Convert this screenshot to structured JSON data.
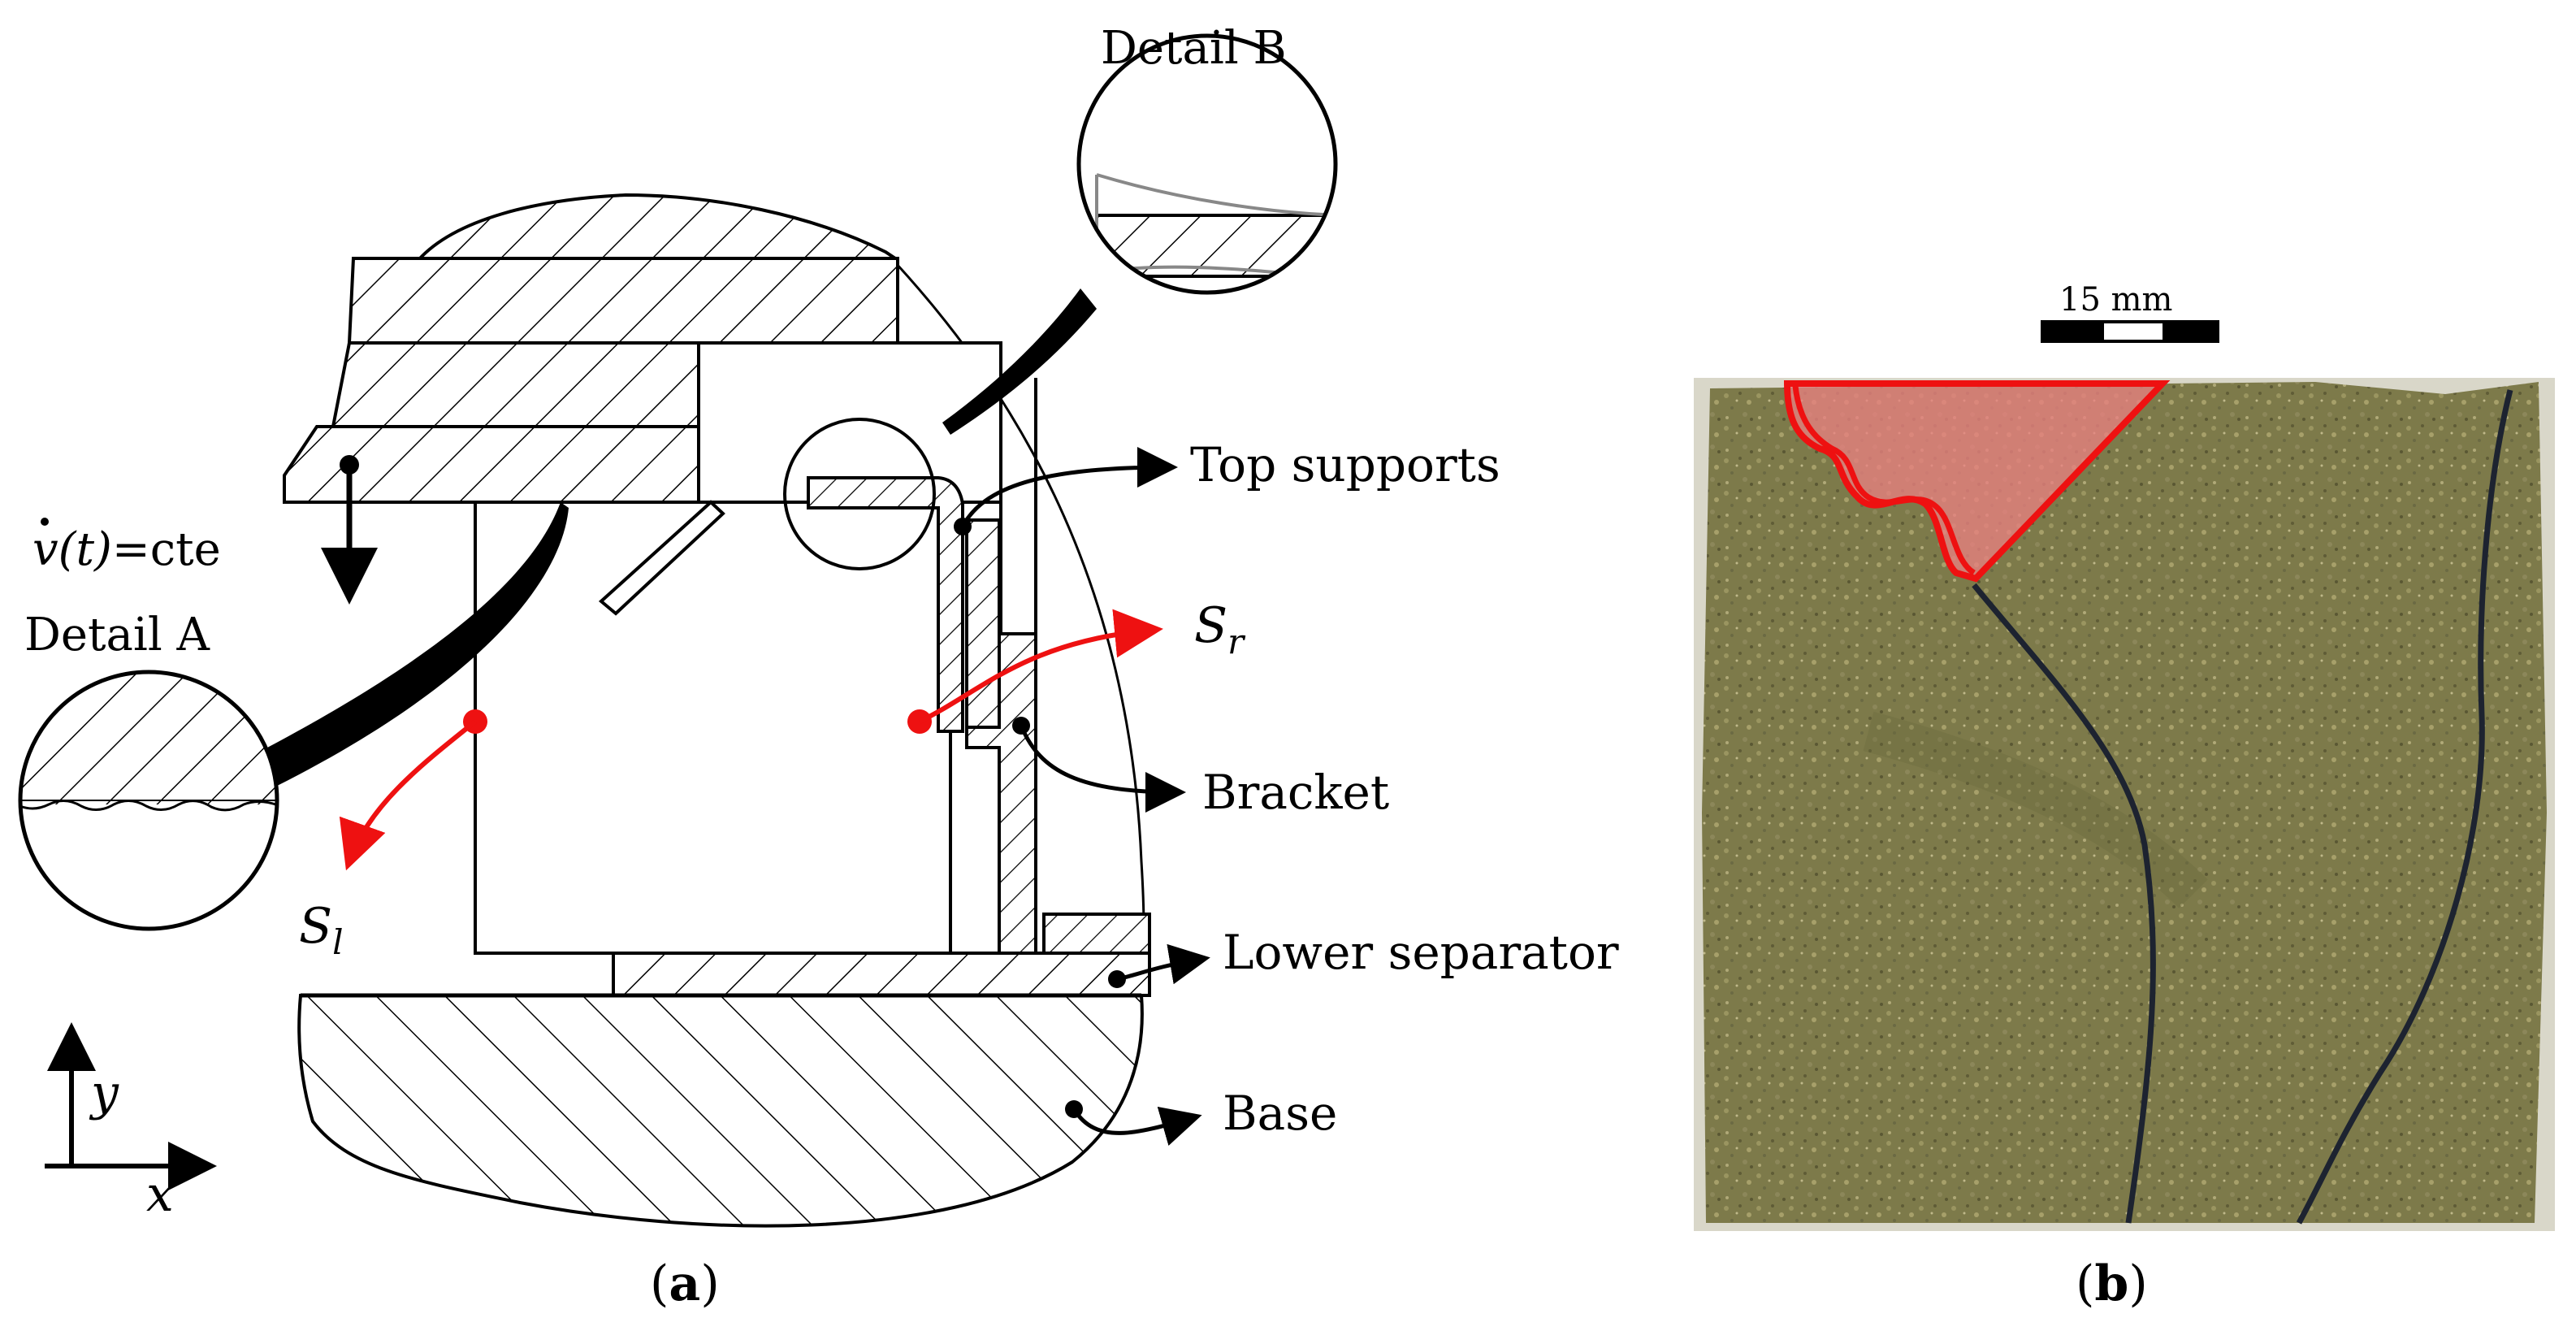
{
  "panel_a": {
    "caption_open": "(",
    "caption_letter": "a",
    "caption_close": ")",
    "detail_a_title": "Detail A",
    "detail_b_title": "Detail B",
    "velocity_v": "v",
    "velocity_t": "(t)",
    "velocity_eq": "=cte",
    "label_top_supports": "Top supports",
    "label_bracket": "Bracket",
    "label_lower_separator": "Lower separator",
    "label_base": "Base",
    "surface_right": "S",
    "surface_right_sub": "r",
    "surface_left": "S",
    "surface_left_sub": "l",
    "axis_y": "y",
    "axis_x": "x"
  },
  "panel_b": {
    "caption_open": "(",
    "caption_letter": "b",
    "caption_close": ")",
    "scale_bar_label": "15 mm"
  },
  "colors": {
    "accent_red": "#ee1111",
    "highlight_fill": "#e88080",
    "rock_base": "#7d7a4a",
    "crack": "#1d2330"
  }
}
